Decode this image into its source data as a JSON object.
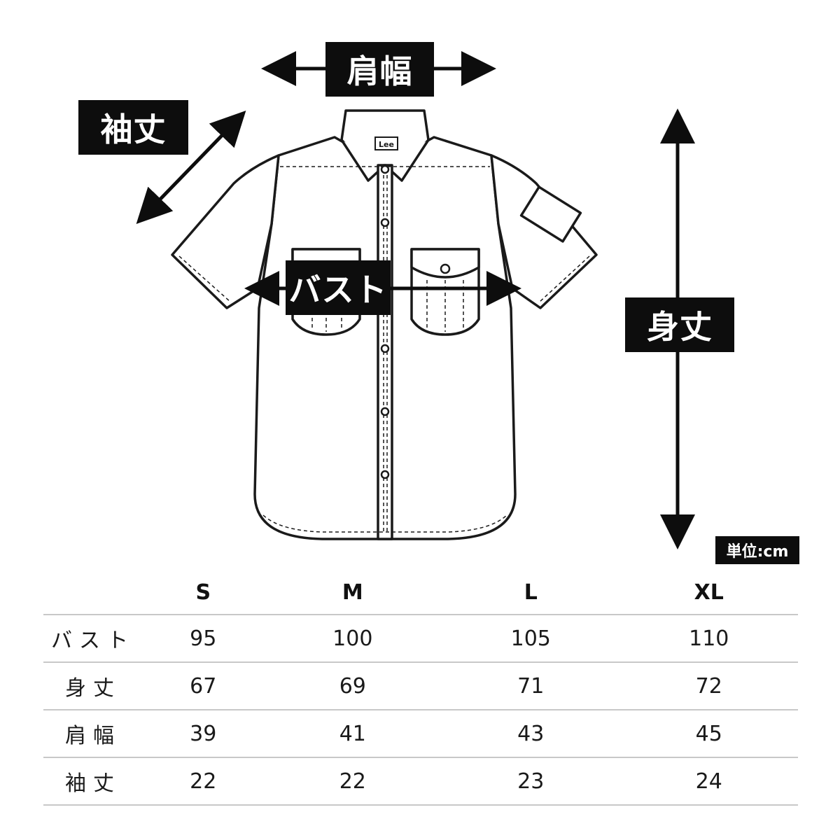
{
  "diagram": {
    "labels": {
      "katahaba": "肩幅",
      "sodetake": "袖丈",
      "bust": "バスト",
      "mitake": "身丈"
    },
    "unit": "単位:cm",
    "brand_tag": "Lee",
    "icons": [
      "double-arrow-icon",
      "shirt-illustration"
    ]
  },
  "table": {
    "columns": [
      "S",
      "M",
      "L",
      "XL"
    ],
    "rows": [
      {
        "label": "バスト",
        "values": [
          "95",
          "100",
          "105",
          "110"
        ]
      },
      {
        "label": "身丈",
        "values": [
          "67",
          "69",
          "71",
          "72"
        ]
      },
      {
        "label": "肩幅",
        "values": [
          "39",
          "41",
          "43",
          "45"
        ]
      },
      {
        "label": "袖丈",
        "values": [
          "22",
          "22",
          "23",
          "24"
        ]
      }
    ]
  }
}
